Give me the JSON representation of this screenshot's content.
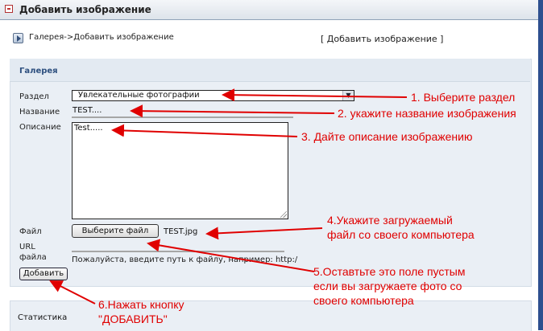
{
  "window": {
    "title": "Добавить изображение"
  },
  "breadcrumb": {
    "text": "Галерея->Добавить изображение",
    "add_link": "[ Добавить изображение ]"
  },
  "panel": {
    "title": "Галерея",
    "fields": {
      "section_label": "Раздел",
      "section_value": "Увлекательные фотографии",
      "name_label": "Название",
      "name_value": "TEST....",
      "desc_label": "Описание",
      "desc_value": "Test.....",
      "file_label": "Файл",
      "file_button": "Выберите файл",
      "file_name": "TEST.jpg",
      "url_label_1": "URL",
      "url_label_2": "файла",
      "url_value": "",
      "url_hint": "Пожалуйста, введите путь к файлу, например: http:/"
    },
    "submit_label": "Добавить"
  },
  "stats": {
    "label": "Статистика"
  },
  "annotations": {
    "a1": "1. Выберите раздел",
    "a2": "2. укажите название изображения",
    "a3": "3. Дайте описание изображению",
    "a4_line1": "4.Укажите загружаемый",
    "a4_line2": "файл со своего компьютера",
    "a5_line1": "5.Оставтьте это поле пустым",
    "a5_line2": "если вы загружаете фото со",
    "a5_line3": "своего компьютера",
    "a6_line1": "6.Нажать кнопку",
    "a6_line2": "\"ДОБАВИТЬ\""
  },
  "colors": {
    "annotation": "#e00000",
    "panel_bg": "#eaeff5",
    "panel_title": "#2d4f7f",
    "frame": "#2d4f8f"
  }
}
